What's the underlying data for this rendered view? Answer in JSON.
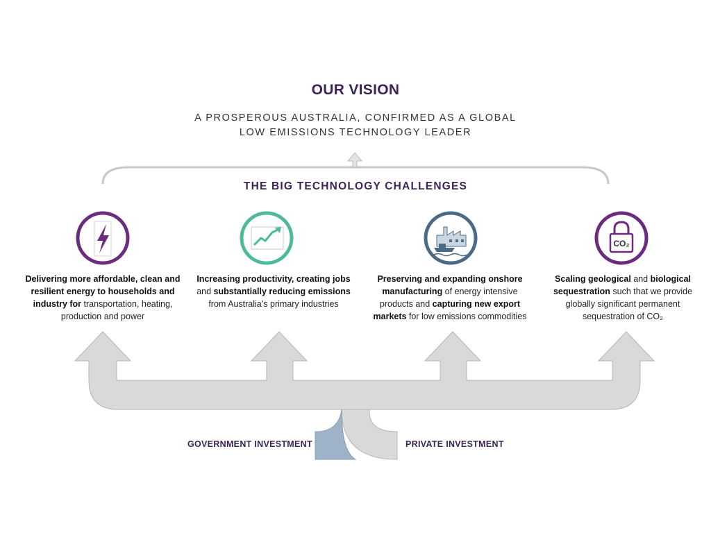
{
  "vision": {
    "title": "OUR VISION",
    "subtitle_line1": "A PROSPEROUS AUSTRALIA, CONFIRMED AS A GLOBAL",
    "subtitle_line2": "LOW EMISSIONS TECHNOLOGY LEADER"
  },
  "challenges": {
    "title": "THE BIG TECHNOLOGY CHALLENGES",
    "items": [
      {
        "icon": "lightning-bolt-icon",
        "color": "#6b2c7e",
        "segments": [
          {
            "text": "Delivering more affordable, clean and resilient energy to households and industry for",
            "bold": true
          },
          {
            "text": " transportation, heating, production and power",
            "bold": false
          }
        ]
      },
      {
        "icon": "growth-chart-icon",
        "color": "#4db89a",
        "segments": [
          {
            "text": "Increasing productivity, creating jobs",
            "bold": true
          },
          {
            "text": " and ",
            "bold": false
          },
          {
            "text": "substantially reducing emissions",
            "bold": true
          },
          {
            "text": " from Australia’s primary industries",
            "bold": false
          }
        ]
      },
      {
        "icon": "factory-ship-icon",
        "color": "#4a6a86",
        "segments": [
          {
            "text": "Preserving and expanding onshore manufacturing",
            "bold": true
          },
          {
            "text": " of energy intensive products and ",
            "bold": false
          },
          {
            "text": "capturing new export markets",
            "bold": true
          },
          {
            "text": " for low emissions commodities",
            "bold": false
          }
        ]
      },
      {
        "icon": "co2-lock-icon",
        "color": "#6b2c7e",
        "icon_text": "CO₂",
        "segments": [
          {
            "text": "Scaling geological",
            "bold": true
          },
          {
            "text": " and ",
            "bold": false
          },
          {
            "text": "biological sequestration",
            "bold": true
          },
          {
            "text": " such that we provide globally significant permanent sequestration of CO₂",
            "bold": false
          }
        ]
      }
    ]
  },
  "investment": {
    "government": "GOVERNMENT INVESTMENT",
    "private": "PRIVATE INVESTMENT",
    "government_color": "#9fb3c8",
    "private_color": "#d9d9d9"
  }
}
